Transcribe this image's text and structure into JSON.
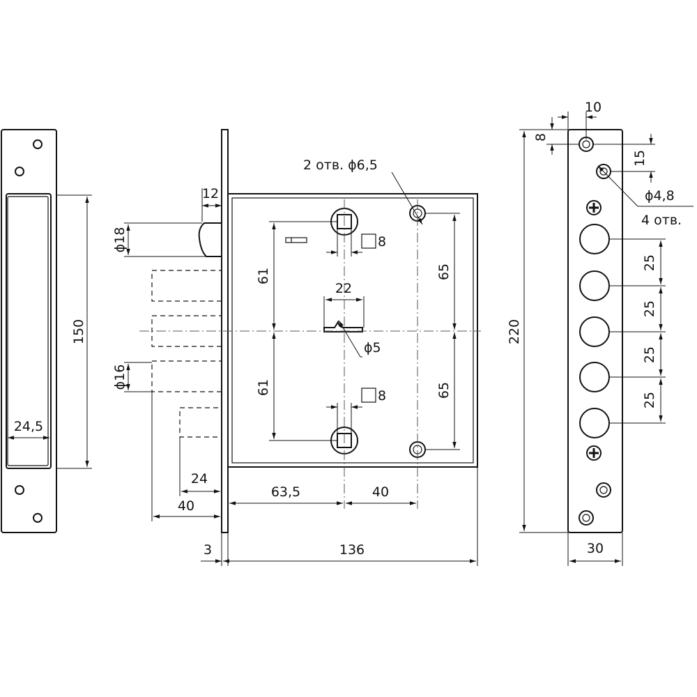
{
  "labels": {
    "strike_height": "150",
    "strike_width": "24,5",
    "deadlatch_offset": "12",
    "latch_dia": "ϕ18",
    "bolt_dia": "ϕ16",
    "bolt_throw_short": "24",
    "bolt_throw_long": "40",
    "faceplate_thickness": "3",
    "body_depth": "136",
    "backset": "63,5",
    "spindle_to_holes": "40",
    "mount_holes": "2 отв. ϕ6,5",
    "upper_spindle_offset": "61",
    "lower_spindle_offset": "61",
    "upper_hole_offset": "65",
    "lower_hole_offset": "65",
    "square_upper": "8",
    "square_lower": "8",
    "keyhole_width": "22",
    "keyhole_dia": "ϕ5",
    "faceplate_height": "220",
    "faceplate_width": "30",
    "faceplate_top_offset": "8",
    "faceplate_hole_inset": "10",
    "faceplate_hole_pitch": "15",
    "screw_hole_dia": "ϕ4,8",
    "screw_hole_count": "4 отв.",
    "bolt_pitch_1": "25",
    "bolt_pitch_2": "25",
    "bolt_pitch_3": "25",
    "bolt_pitch_4": "25"
  }
}
